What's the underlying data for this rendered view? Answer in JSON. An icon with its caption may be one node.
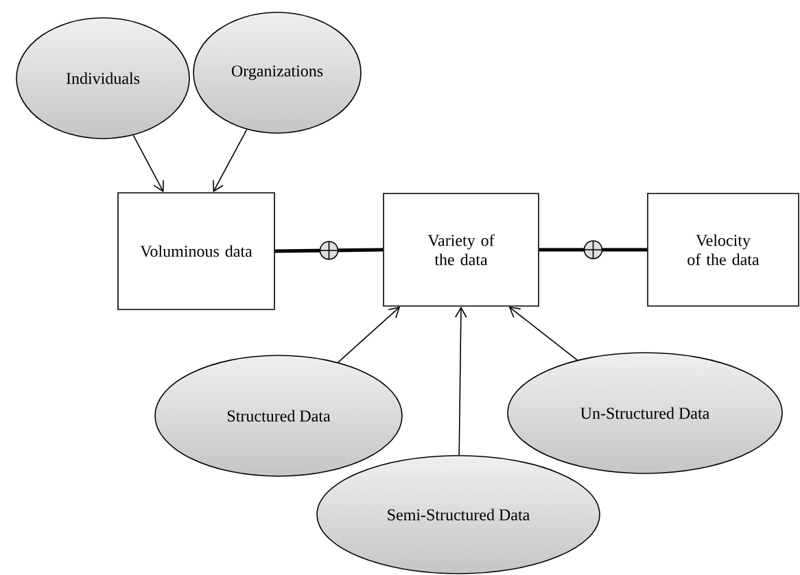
{
  "diagram": {
    "nodes": [
      {
        "text": [
          "Individuals"
        ]
      },
      {
        "text": [
          "Organizations"
        ]
      },
      {
        "text": [
          "Voluminous data"
        ]
      },
      {
        "text": [
          "Variety of the data"
        ]
      },
      {
        "text": [
          "Velocity of the data"
        ]
      },
      {
        "text": [
          "Structured Data"
        ]
      },
      {
        "text": [
          "Semi-Structured Data"
        ]
      },
      {
        "text": [
          "Un-Structured Data"
        ]
      }
    ],
    "edges": [
      {
        "from": 0,
        "to": 2,
        "arrow": "to"
      },
      {
        "from": 1,
        "to": 2,
        "arrow": "to"
      },
      {
        "from": 2,
        "to": 3,
        "arrow": "none",
        "style": "thick"
      },
      {
        "from": 3,
        "to": 4,
        "arrow": "none",
        "style": "thick"
      },
      {
        "from": 5,
        "to": 3,
        "arrow": "to"
      },
      {
        "from": 6,
        "to": 3,
        "arrow": "to"
      },
      {
        "from": 7,
        "to": 3,
        "arrow": "to"
      }
    ]
  }
}
